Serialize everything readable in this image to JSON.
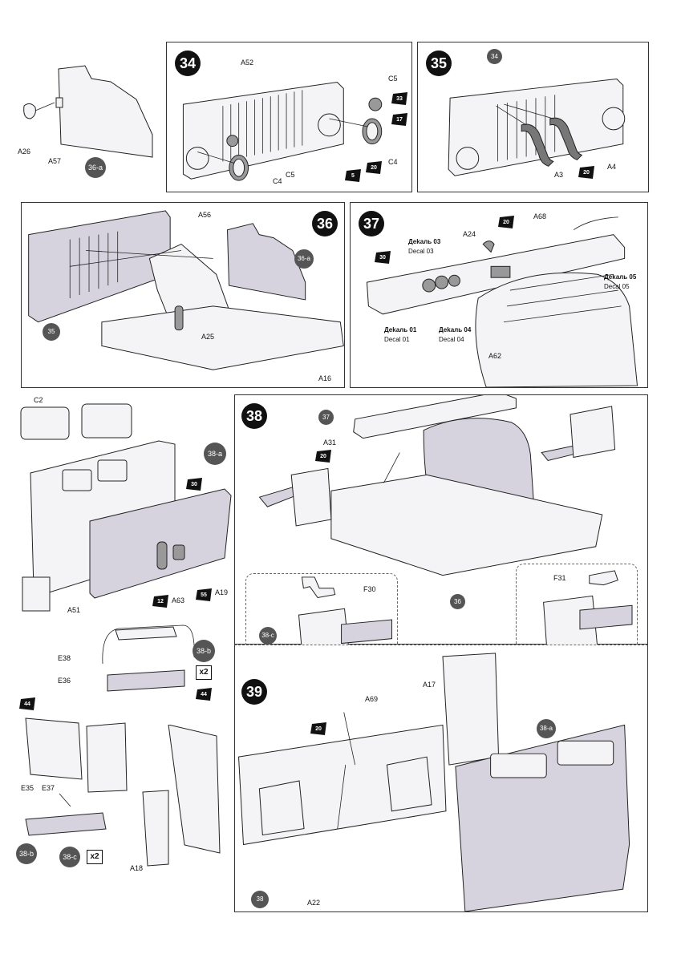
{
  "steps": {
    "s34": {
      "number": "34"
    },
    "s35": {
      "number": "35"
    },
    "s36": {
      "number": "36"
    },
    "s37": {
      "number": "37"
    },
    "s38": {
      "number": "38"
    },
    "s39": {
      "number": "39"
    }
  },
  "refs": {
    "r36a_top": "36-a",
    "r34": "34",
    "r35": "35",
    "r36a_s36": "36-a",
    "r37": "37",
    "r38a": "38-a",
    "r36_s38": "36",
    "r38c_left": "38-c",
    "r38c_right": "38-c",
    "r38b": "38-b",
    "r38b_bottom": "38-b",
    "r38c_bottom": "38-c",
    "r38_s39": "38",
    "r38a_s39": "38-a"
  },
  "paints": {
    "p33": "33",
    "p17": "17",
    "p5": "5",
    "p20_34": "20",
    "p20_35": "20",
    "p20_37": "20",
    "p30_37": "30",
    "p20_38": "20",
    "p30_38a": "30",
    "p12": "12",
    "p55": "55",
    "p44_38b": "44",
    "p44_38c": "44",
    "p20_39": "20"
  },
  "multipliers": {
    "m38b": "x2",
    "m38c": "x2"
  },
  "labels": {
    "A26": "A26",
    "A57": "A57",
    "A52": "A52",
    "C5a": "C5",
    "C5b": "C5",
    "C4a": "C4",
    "C4b": "C4",
    "A3": "A3",
    "A4": "A4",
    "A56": "A56",
    "A25": "A25",
    "A16": "A16",
    "A68": "A68",
    "A24": "A24",
    "A62": "A62",
    "dekal03": "Деkaль 03",
    "decal03": "Decal 03",
    "dekal05": "Деkaль 05",
    "decal05": "Decal 05",
    "dekal01": "Деkaль 01",
    "decal01": "Decal 01",
    "dekal04": "Деkaль 04",
    "decal04": "Decal 04",
    "C2": "C2",
    "A51": "A51",
    "A63": "A63",
    "A19": "A19",
    "A31": "A31",
    "F30": "F30",
    "F31": "F31",
    "E38": "E38",
    "E36": "E36",
    "E35": "E35",
    "E37": "E37",
    "A17": "A17",
    "A69": "A69",
    "A18": "A18",
    "A22": "A22"
  }
}
